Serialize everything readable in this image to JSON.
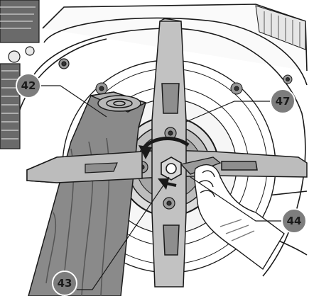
{
  "callouts": [
    {
      "id": "c42",
      "label": "42"
    },
    {
      "id": "c47",
      "label": "47"
    },
    {
      "id": "c44",
      "label": "44"
    },
    {
      "id": "c43",
      "label": "43"
    }
  ],
  "colors": {
    "badge": "#7d7d7d",
    "wood": "#8a8a8a",
    "wood_dark": "#5e5e5e",
    "blade": "#b9b9b9",
    "blade_dark": "#8e8e8e",
    "line": "#1a1a1a",
    "housing": "#f2f2f2"
  }
}
